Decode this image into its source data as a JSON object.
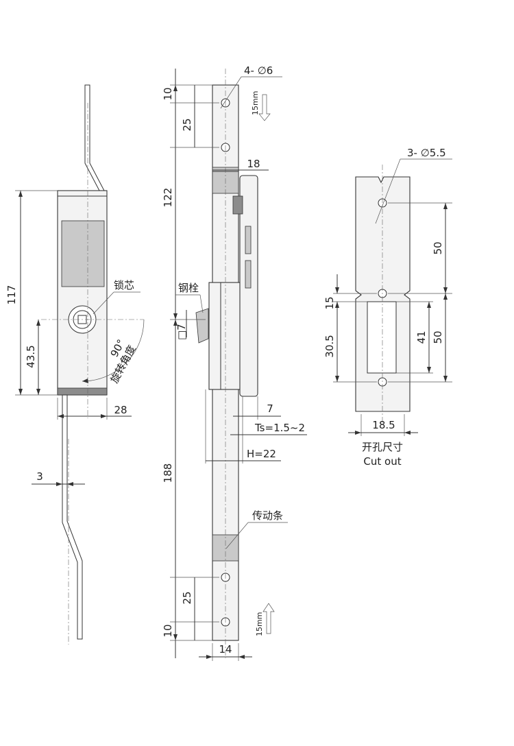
{
  "left_view": {
    "dim_total_height": "117",
    "dim_lower": "43.5",
    "dim_width": "28",
    "dim_bar": "3",
    "label_core": "锁芯",
    "label_angle_value": "90°",
    "label_angle_text": "旋转角度"
  },
  "middle_view": {
    "dim_top_offset": "10",
    "dim_hole_pitch_top": "25",
    "dim_upper": "122",
    "dim_lower": "188",
    "dim_hole_pitch_bottom": "25",
    "dim_bottom_offset": "10",
    "dim_holes": "4- ∅6",
    "dim_head": "18",
    "dim_square": "□7",
    "dim_7": "7",
    "dim_ts": "Ts=1.5~2",
    "dim_h": "H=22",
    "dim_bar_width": "14",
    "label_bolt": "钢栓",
    "label_rod": "传动条",
    "travel_top": "15mm",
    "travel_bottom": "15mm"
  },
  "cutout_view": {
    "dim_holes": "3- ∅5.5",
    "dim_50_upper": "50",
    "dim_15": "15",
    "dim_30_5": "30.5",
    "dim_41": "41",
    "dim_50_right": "50",
    "dim_18_5": "18.5",
    "title_cn": "开孔尺寸",
    "title_en": "Cut out"
  }
}
